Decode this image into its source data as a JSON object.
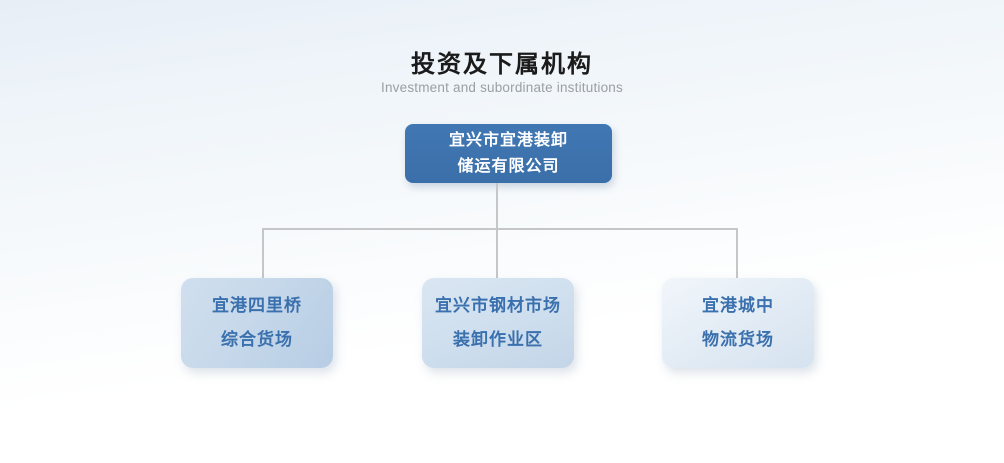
{
  "page": {
    "title": "投资及下属机构",
    "subtitle": "Investment and subordinate institutions"
  },
  "org_chart": {
    "root": {
      "line1": "宜兴市宜港装卸",
      "line2": "储运有限公司"
    },
    "children": [
      {
        "line1": "宜港四里桥",
        "line2": "综合货场"
      },
      {
        "line1": "宜兴市钢材市场",
        "line2": "装卸作业区"
      },
      {
        "line1": "宜港城中",
        "line2": "物流货场"
      }
    ]
  },
  "colors": {
    "root_box_fill": "#3e73af",
    "root_box_text": "#ffffff",
    "child_box_fill": "#c9daeb",
    "child_box_text": "#3a70ae",
    "connector_line": "#c5c6c7",
    "title_text": "#1b1b1b",
    "subtitle_text": "#9b9fa3"
  }
}
